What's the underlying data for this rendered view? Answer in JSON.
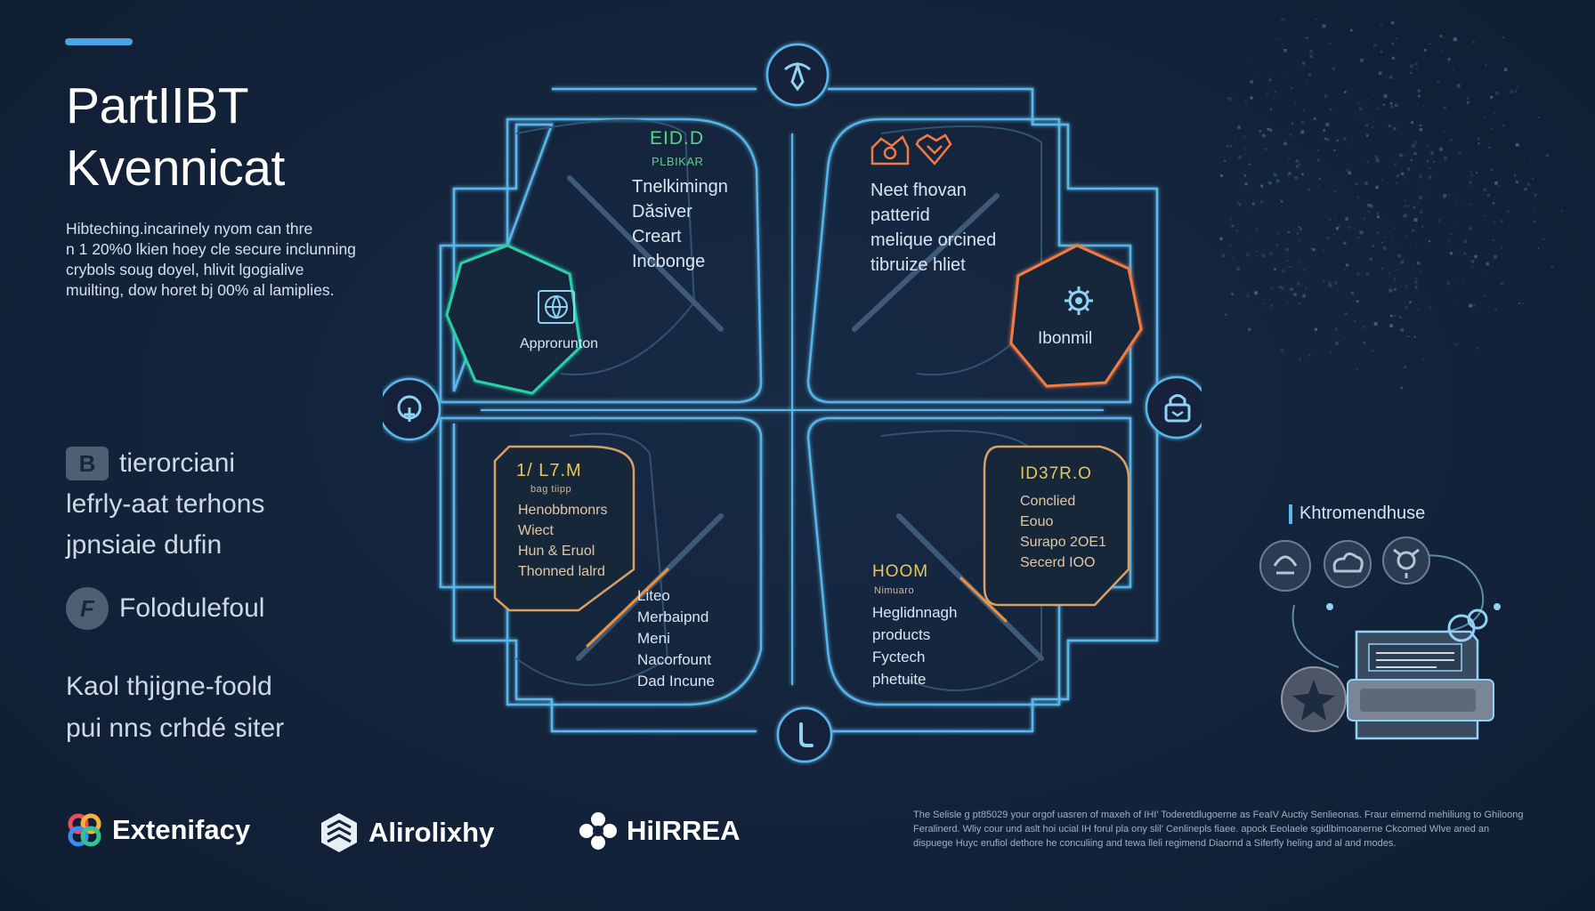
{
  "header": {
    "title_lines": [
      "PartIIBT",
      "Kvennicat"
    ],
    "intro_lines": [
      "Hibteching.incarinely nyom can thre",
      "n 1 20%0 lkien hoey cle secure inclunning",
      "crybols soug doyel, hlivit lgogialive",
      "muilting, dow horet bj 00% al lamiplies."
    ]
  },
  "features": {
    "badge_letter": "B",
    "lines": [
      "tierorciani",
      "lefrly-aat terhons",
      "jpnsiaie dufin"
    ],
    "second_icon_letter": "F",
    "second_label": "Folodulefoul"
  },
  "tagline": {
    "lines": [
      "Kaol thjigne-foold",
      "pui nns crhdé siter"
    ]
  },
  "logos": [
    {
      "name": "Extenifacy",
      "icon": "colorful-knot-icon"
    },
    {
      "name": "Alirolixhy",
      "icon": "hexagon-cube-icon"
    },
    {
      "name": "HiIRREA",
      "icon": "flower-cross-icon"
    }
  ],
  "fineprint": [
    "The Selisle g pt85029 your orgof uasren of maxeh of IHI' Toderetdlugoerne as FeaIV Auctiy Senlieonas. Fraur eimernd mehiliung to Ghiloong",
    "Feralinerd. Wliy cour und aslt hoi ucial IH forul pla ony slil' Cenlinepls fiaee. apock Eeolaele sgidlbimoanerne Ckcomed Wlve aned an",
    "dispuege Huyc erufiol dethore he conculiing and tewa lleli regimend Diaornd a Siferfly heling and al and modes."
  ],
  "diagram": {
    "top_left": {
      "code": "EID.D",
      "sub": "PLBIKAR",
      "lines": [
        "Tnelkimingn",
        "Dăsiver",
        "Creart",
        "Incbonge"
      ],
      "badge_label": "Approrunton",
      "badge_icon": "globe-icon"
    },
    "top_right": {
      "lines": [
        "Neet fhovan",
        "patterid",
        "melique orcined",
        "tibruize hliet"
      ],
      "badge_label": "Ibonmil",
      "badge_icon": "gear-cog-icon",
      "header_icon": "hands-heart-icon"
    },
    "bottom_left": {
      "code": "1/ L7.M",
      "sub": "bag tiipp",
      "small_lines": [
        "Henobbmonrs",
        "Wiect",
        "Hun & Eruol",
        "Thonned lalrd"
      ],
      "lines": [
        "Liteo",
        "Merbaipnd",
        "Meni",
        "Nacorfount",
        "Dad Incune"
      ]
    },
    "bottom_right": {
      "code": "ID37R.O",
      "small_lines": [
        "Conclied",
        "Eouo",
        "Surapo 2OE1",
        "Secerd IOO"
      ],
      "code2": "HOOM",
      "sub2": "Nimuaro",
      "lines": [
        "Heglidnnagh",
        "products",
        "Fyctech",
        "phetuite"
      ]
    },
    "node_icons": [
      "pen-nib-icon",
      "touch-icon",
      "lock-icon",
      "finger-icon"
    ]
  },
  "right_panel": {
    "label": "Khtromendhuse",
    "icons": [
      "support-icon",
      "cloud-icon",
      "network-icon"
    ],
    "device_icon": "server-device-icon",
    "star_icon": "star-icon"
  },
  "colors": {
    "background": "#13233a",
    "line": "#5ab8ec",
    "green": "#2bd0a6",
    "orange": "#f27a45",
    "gold": "#d8a064",
    "yellow": "#e8c65a"
  }
}
